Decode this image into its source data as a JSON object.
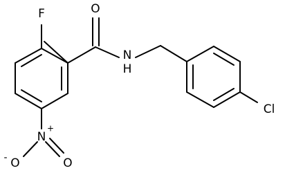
{
  "molecule": {
    "atoms": {
      "fluorine": "F",
      "carbonyl_oxygen": "O",
      "amide_nitrogen": "N",
      "amide_hydrogen": "H",
      "chlorine": "Cl",
      "nitro_nitrogen": "N",
      "nitro_plus": "+",
      "nitro_oxygen_left": "O",
      "nitro_minus": "-",
      "nitro_oxygen_right": "O"
    },
    "colors": {
      "bond": "#000000",
      "background": "#ffffff"
    }
  }
}
